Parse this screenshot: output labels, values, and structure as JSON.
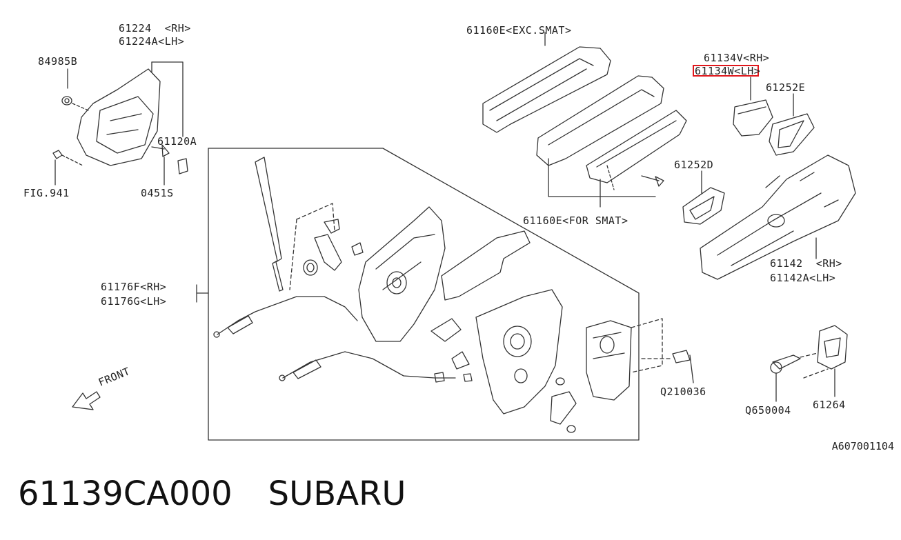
{
  "part_labels": {
    "l61224": "61224  <RH>",
    "l61224a": "61224A<LH>",
    "l84985b": "84985B",
    "l61120a": "61120A",
    "lfig941": "FIG.941",
    "l0451s": "0451S",
    "l61160e_exc": "61160E<EXC.SMAT>",
    "l61160e_for": "61160E<FOR SMAT>",
    "l61134v": "61134V<RH>",
    "l61134w": "61134W<LH>",
    "l61252e": "61252E",
    "l61252d": "61252D",
    "l61142": "61142  <RH>",
    "l61142a": "61142A<LH>",
    "l61176f": "61176F<RH>",
    "l61176g": "61176G<LH>",
    "lq210036": "Q210036",
    "lq650004": "Q650004",
    "l61264": "61264",
    "lfront": "FRONT"
  },
  "highlight": {
    "part": "61134W",
    "color": "#e0161b"
  },
  "diagram_ref": "A607001104",
  "caption": {
    "part_number": "61139CA000",
    "brand": "SUBARU"
  }
}
